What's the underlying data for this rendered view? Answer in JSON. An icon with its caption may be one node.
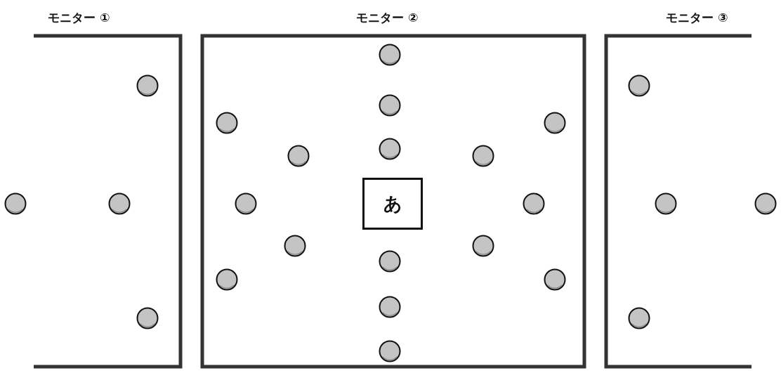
{
  "diagram": {
    "nodes": [
      {
        "text": [
          "モニター ①"
        ]
      },
      {
        "text": [
          "モニター ②"
        ]
      },
      {
        "text": [
          "モニター ③"
        ]
      },
      {
        "text": [
          "あ"
        ],
        "in": 1
      },
      {
        "text": [],
        "shape": "circle"
      },
      {
        "text": [],
        "shape": "circle",
        "in": 0
      },
      {
        "text": [],
        "shape": "circle",
        "in": 0
      },
      {
        "text": [],
        "shape": "circle",
        "in": 0
      },
      {
        "text": [],
        "shape": "circle",
        "in": 1
      },
      {
        "text": [],
        "shape": "circle",
        "in": 1
      },
      {
        "text": [],
        "shape": "circle",
        "in": 1
      },
      {
        "text": [],
        "shape": "circle",
        "in": 1
      },
      {
        "text": [],
        "shape": "circle",
        "in": 1
      },
      {
        "text": [],
        "shape": "circle",
        "in": 1
      },
      {
        "text": [],
        "shape": "circle",
        "in": 1
      },
      {
        "text": [],
        "shape": "circle",
        "in": 1
      },
      {
        "text": [],
        "shape": "circle",
        "in": 1
      },
      {
        "text": [],
        "shape": "circle",
        "in": 1
      },
      {
        "text": [],
        "shape": "circle",
        "in": 1
      },
      {
        "text": [],
        "shape": "circle",
        "in": 1
      },
      {
        "text": [],
        "shape": "circle",
        "in": 1
      },
      {
        "text": [],
        "shape": "circle",
        "in": 1
      },
      {
        "text": [],
        "shape": "circle",
        "in": 1
      },
      {
        "text": [],
        "shape": "circle",
        "in": 1
      },
      {
        "text": [],
        "shape": "circle",
        "in": 2
      },
      {
        "text": [],
        "shape": "circle",
        "in": 2
      },
      {
        "text": [],
        "shape": "circle",
        "in": 2
      },
      {
        "text": [],
        "shape": "circle"
      }
    ]
  }
}
